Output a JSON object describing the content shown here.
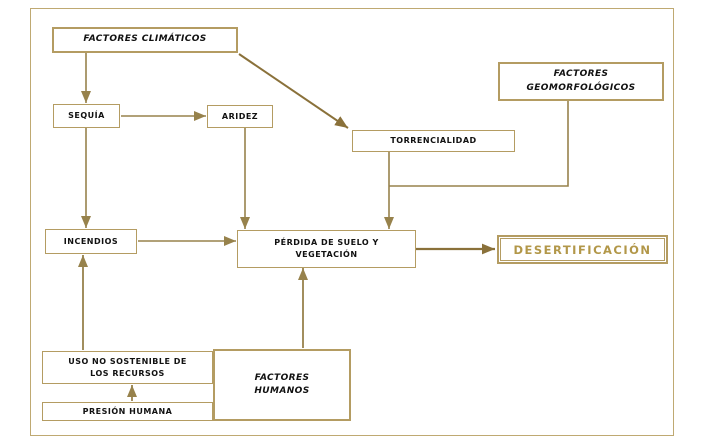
{
  "diagram": {
    "description_kind": "flowchart",
    "colors": {
      "background": "#ffffff",
      "box_border": "#b49c62",
      "frame_border": "#bfa972",
      "line": "#97824c",
      "dark_arrow": "#8a713a",
      "text": "#111111",
      "desertificacion_text": "#b29749"
    },
    "nodes": {
      "factores_climaticos": {
        "label": "FACTORES CLIMÁTICOS"
      },
      "factores_geomorfologicos": {
        "lines": [
          "FACTORES",
          "GEOMORFOLÓGICOS"
        ]
      },
      "sequia": {
        "label": "SEQUÍA"
      },
      "aridez": {
        "label": "ARIDEZ"
      },
      "torrencialidad": {
        "label": "TORRENCIALIDAD"
      },
      "incendios": {
        "label": "INCENDIOS"
      },
      "perdida_suelo_vegetacion": {
        "lines": [
          "PÉRDIDA DE SUELO Y",
          "VEGETACIÓN"
        ]
      },
      "desertificacion": {
        "label": "DESERTIFICACIÓN"
      },
      "uso_no_sostenible": {
        "lines": [
          "USO NO SOSTENIBLE DE",
          "LOS RECURSOS"
        ]
      },
      "presion_humana": {
        "label": "PRESIÓN HUMANA"
      },
      "factores_humanos": {
        "lines": [
          "FACTORES",
          "HUMANOS"
        ]
      }
    },
    "edges": [
      {
        "from": "factores_climaticos",
        "to": "sequia"
      },
      {
        "from": "factores_climaticos",
        "to": "torrencialidad"
      },
      {
        "from": "sequia",
        "to": "aridez"
      },
      {
        "from": "sequia",
        "to": "incendios"
      },
      {
        "from": "aridez",
        "to": "perdida_suelo_vegetacion"
      },
      {
        "from": "torrencialidad",
        "to": "perdida_suelo_vegetacion"
      },
      {
        "from": "factores_geomorfologicos",
        "to": "perdida_suelo_vegetacion"
      },
      {
        "from": "incendios",
        "to": "perdida_suelo_vegetacion"
      },
      {
        "from": "uso_no_sostenible",
        "to": "incendios"
      },
      {
        "from": "presion_humana",
        "to": "uso_no_sostenible"
      },
      {
        "from": "factores_humanos",
        "to": "perdida_suelo_vegetacion"
      },
      {
        "from": "perdida_suelo_vegetacion",
        "to": "desertificacion"
      }
    ]
  }
}
